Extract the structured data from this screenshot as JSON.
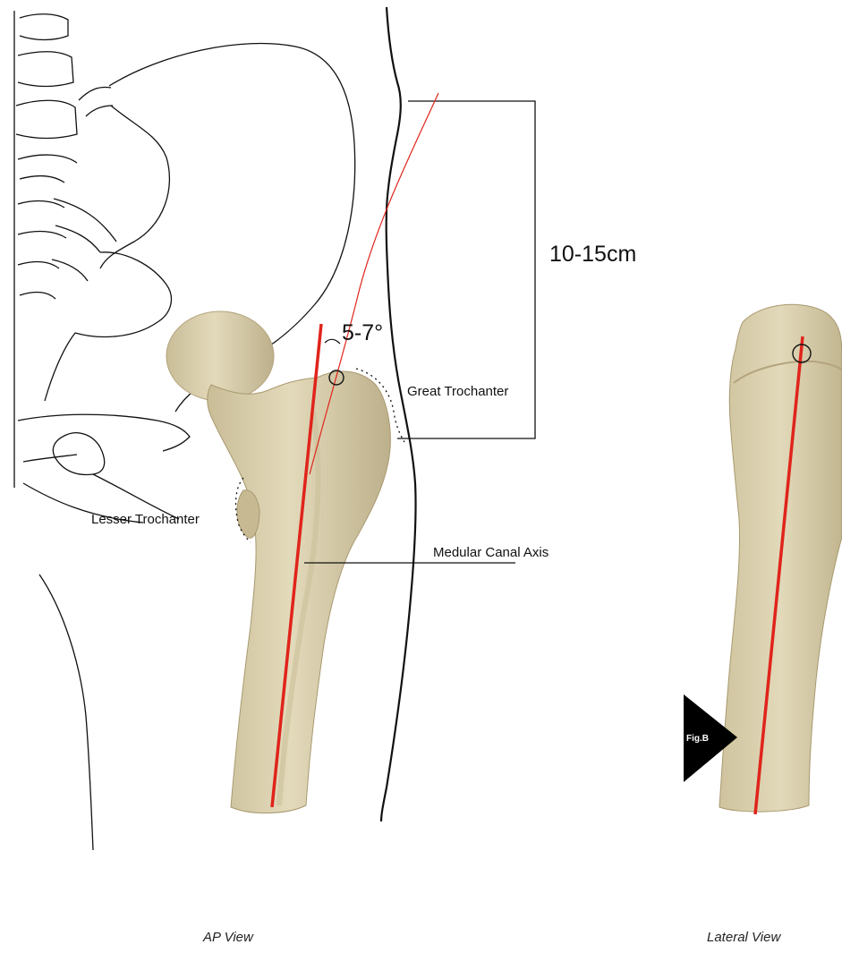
{
  "labels": {
    "distance": "10-15cm",
    "angle": "5-7°",
    "great_trochanter": "Great Trochanter",
    "lesser_trochanter": "Lesser Trochanter",
    "canal_axis": "Medular Canal Axis"
  },
  "captions": {
    "ap_view": "AP View",
    "lateral_view": "Lateral View"
  },
  "figure_tag": "Fig.B",
  "colors": {
    "axis_line": "#e0241b",
    "outline": "#111111",
    "bone": "#d9cfae",
    "bone_shadow": "#b9ad88",
    "background": "#ffffff"
  }
}
